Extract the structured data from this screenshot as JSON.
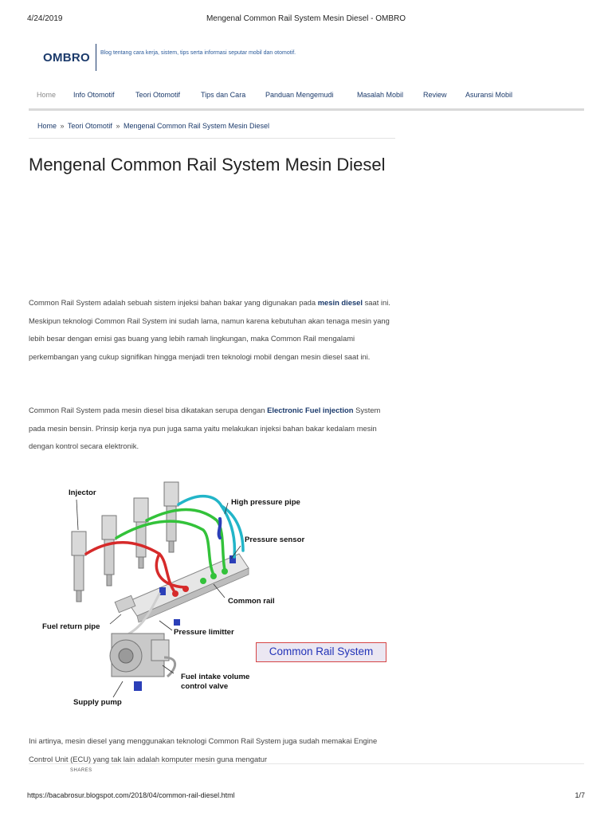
{
  "print_header": {
    "date": "4/24/2019",
    "title": "Mengenal Common Rail System Mesin Diesel - OMBRO"
  },
  "site": {
    "logo": "OMBRO",
    "tagline": "Blog tentang cara kerja, sistem, tips serta informasi seputar mobil dan otomotif."
  },
  "nav": {
    "items": [
      "Home",
      "Info Otomotif",
      "Teori Otomotif",
      "Tips dan Cara",
      "Panduan Mengemudi",
      "Masalah Mobil",
      "Review",
      "Asuransi Mobil"
    ],
    "active": "Home"
  },
  "breadcrumb": {
    "home": "Home",
    "separator": "»",
    "category": "Teori Otomotif",
    "current": "Mengenal Common Rail System Mesin Diesel"
  },
  "post": {
    "title": "Mengenal Common Rail System Mesin Diesel",
    "p1_a": "Common Rail System adalah sebuah sistem injeksi bahan bakar yang digunakan pada ",
    "p1_link": "mesin diesel",
    "p1_b": " saat ini. Meskipun teknologi Common Rail System ini sudah lama, namun karena kebutuhan akan tenaga mesin yang lebih besar dengan emisi gas buang yang lebih ramah lingkungan, maka Common Rail mengalami perkembangan yang cukup signifikan hingga menjadi tren teknologi mobil dengan mesin diesel saat ini.",
    "p2_a": "Common Rail System pada mesin diesel bisa dikatakan serupa dengan ",
    "p2_link": "Electronic Fuel injection",
    "p2_b": " System pada mesin bensin. Prinsip kerja nya pun juga sama yaitu melakukan injeksi bahan bakar kedalam mesin dengan kontrol secara elektronik.",
    "p3": "Ini artinya, mesin diesel yang menggunakan teknologi Common Rail System juga sudah memakai Engine Control Unit (ECU) yang tak lain adalah komputer mesin guna mengatur"
  },
  "figure": {
    "labels": {
      "injector": "Injector",
      "high_pressure_pipe": "High pressure pipe",
      "pressure_sensor": "Pressure sensor",
      "common_rail": "Common rail",
      "fuel_return_pipe": "Fuel return pipe",
      "pressure_limitter": "Pressure limitter",
      "fuel_intake_1": "Fuel intake volume",
      "fuel_intake_2": "control valve",
      "supply_pump": "Supply pump"
    },
    "badge": "Common Rail System",
    "colors": {
      "high_pressure": "#22b5c8",
      "return_line": "#33c23a",
      "supply_line": "#d62a2a",
      "connector": "#2b3fb8",
      "badge_text": "#2233b8",
      "badge_border": "#d64545"
    }
  },
  "shares_label": "SHARES",
  "print_footer": {
    "url": "https://bacabrosur.blogspot.com/2018/04/common-rail-diesel.html",
    "page": "1/7"
  }
}
